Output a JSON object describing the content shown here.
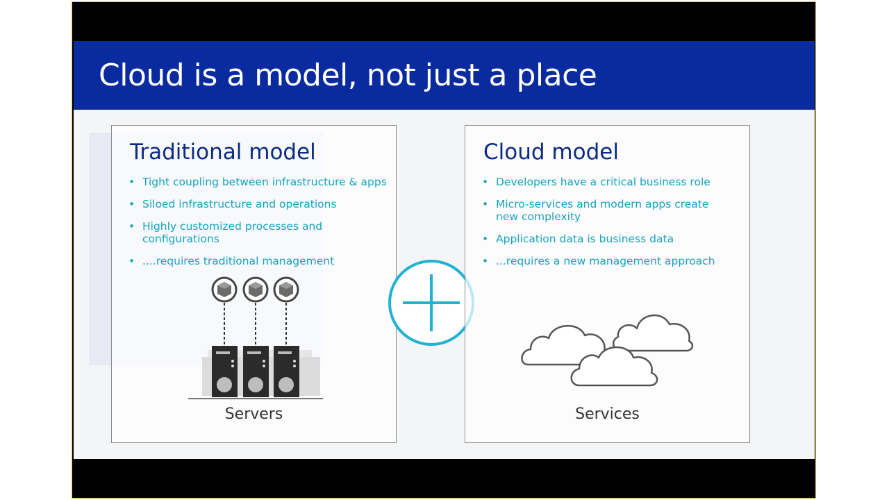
{
  "slide": {
    "title": "Cloud is a model, not just a place"
  },
  "traditional": {
    "heading": "Traditional model",
    "bullets": [
      "Tight coupling between infrastructure & apps",
      "Siloed infrastructure and operations",
      "Highly customized processes and configurations",
      "....requires traditional management"
    ],
    "caption": "Servers"
  },
  "cloud": {
    "heading": "Cloud model",
    "bullets": [
      "Developers have a critical business role",
      "Micro-services and modern apps create new complexity",
      "Application data is business data",
      "...requires a new management approach"
    ],
    "caption": "Services"
  },
  "colors": {
    "title_bar": "#0a2aa0",
    "heading": "#0b2a82",
    "bullet_text": "#16a3be",
    "plus_accent": "#1fb2d3"
  },
  "icons": {
    "center": "plus-circle-icon",
    "left_art": "server-rack-icon",
    "right_art": "clouds-icon",
    "pointer": "mouse-cursor-icon"
  }
}
